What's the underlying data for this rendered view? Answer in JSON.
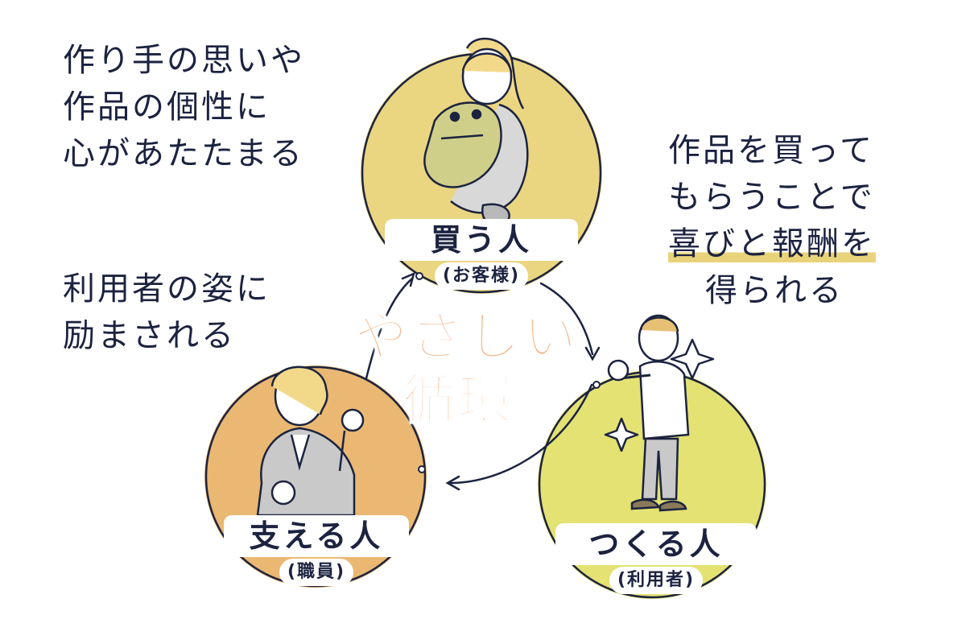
{
  "quotes": {
    "top_left": [
      "作り手の思いや",
      "作品の個性に",
      "心があたたまる"
    ],
    "mid_left": [
      "利用者の姿に",
      "励まされる"
    ],
    "right": [
      "作品を買って",
      "もらうことで",
      "喜びと報酬を",
      "得られる"
    ]
  },
  "center_title": [
    "やさしい",
    "循環"
  ],
  "roles": {
    "buyer": {
      "name": "買う人",
      "sub": "(お客様)"
    },
    "supporter": {
      "name": "支える人",
      "sub": "(職員)"
    },
    "maker": {
      "name": "つくる人",
      "sub": "(利用者)"
    }
  },
  "colors": {
    "buyer_circle": "#e9d37a",
    "supporter_circle": "#e9b46a",
    "maker_circle": "#e2e06c",
    "ink": "#1c2340",
    "center_title": "#f7b98f",
    "highlight": "#e9d37a"
  },
  "icons": [
    "sparkle-icon",
    "arrow-icon"
  ]
}
